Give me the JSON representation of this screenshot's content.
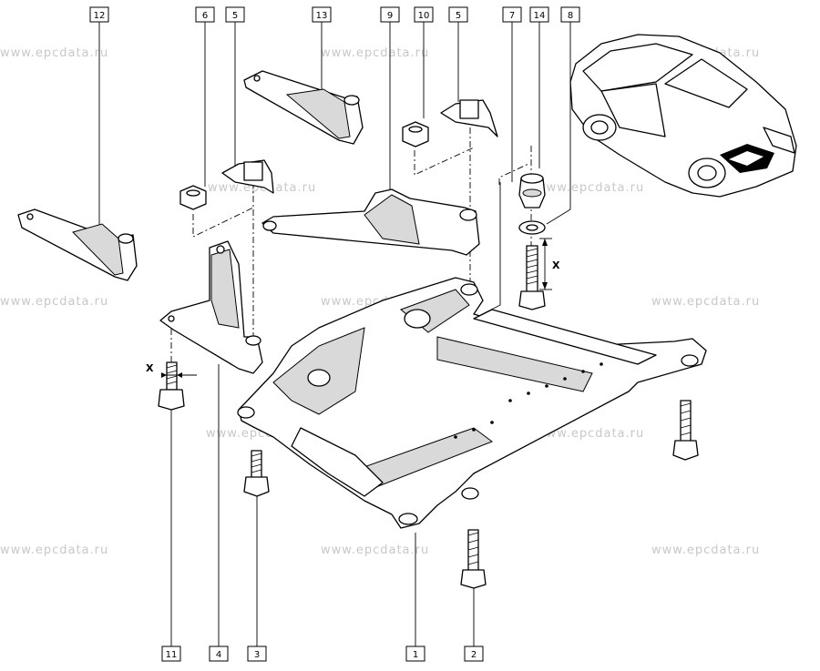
{
  "watermark": "www.epcdata.ru",
  "callouts": [
    {
      "id": "12",
      "label": "12"
    },
    {
      "id": "6",
      "label": "6"
    },
    {
      "id": "5a",
      "label": "5"
    },
    {
      "id": "13",
      "label": "13"
    },
    {
      "id": "9",
      "label": "9"
    },
    {
      "id": "10",
      "label": "10"
    },
    {
      "id": "5b",
      "label": "5"
    },
    {
      "id": "7",
      "label": "7"
    },
    {
      "id": "14",
      "label": "14"
    },
    {
      "id": "8",
      "label": "8"
    },
    {
      "id": "11",
      "label": "11"
    },
    {
      "id": "4",
      "label": "4"
    },
    {
      "id": "3",
      "label": "3"
    },
    {
      "id": "1",
      "label": "1"
    },
    {
      "id": "2",
      "label": "2"
    }
  ],
  "dimension_labels": {
    "left_x": "X",
    "right_x": "X"
  }
}
